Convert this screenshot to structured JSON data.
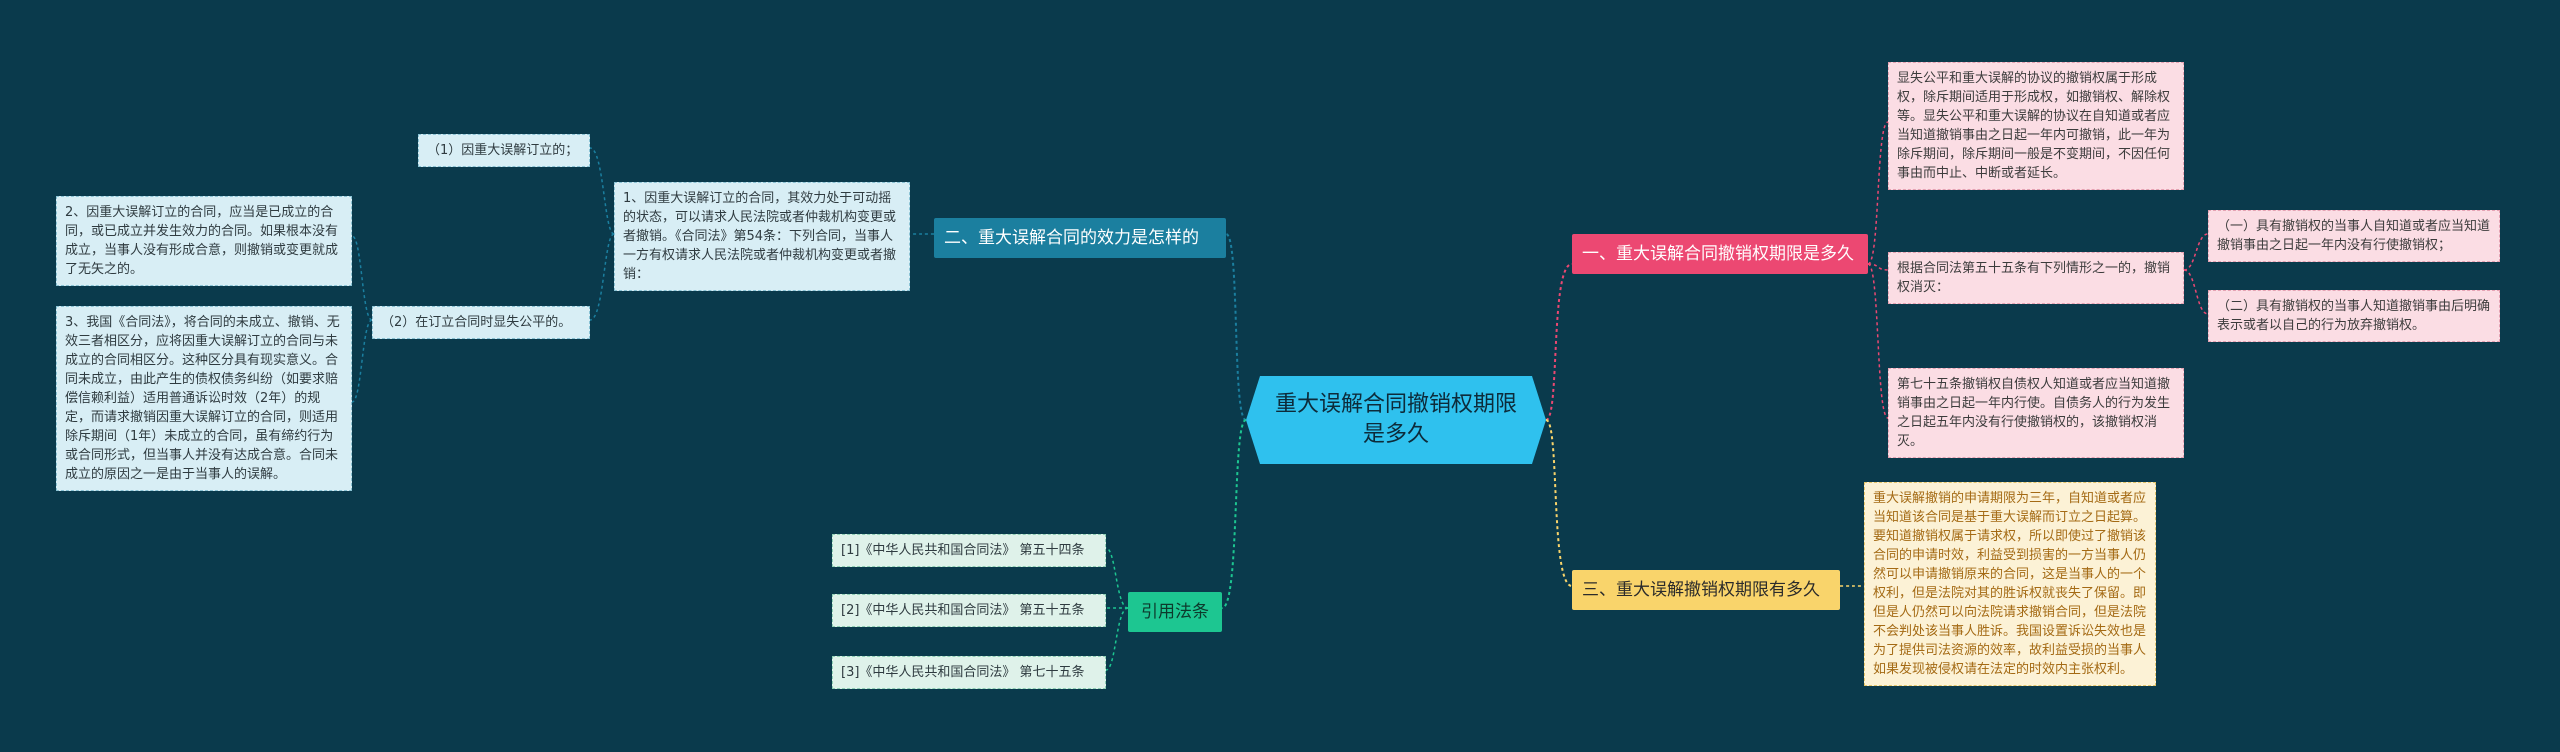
{
  "central": {
    "title": "重大误解合同撤销权期限是多久"
  },
  "topic1": {
    "title": "一、重大误解合同撤销权期限是多久",
    "leaf_a": "显失公平和重大误解的协议的撤销权属于形成权，除斥期间适用于形成权，如撤销权、解除权等。显失公平和重大误解的协议在自知道或者应当知道撤销事由之日起一年内可撤销，此一年为除斥期间，除斥期间一般是不变期间，不因任何事由而中止、中断或者延长。",
    "leaf_b": "根据合同法第五十五条有下列情形之一的，撤销权消灭：",
    "leaf_b1": "（一）具有撤销权的当事人自知道或者应当知道撤销事由之日起一年内没有行使撤销权；",
    "leaf_b2": "（二）具有撤销权的当事人知道撤销事由后明确表示或者以自己的行为放弃撤销权。",
    "leaf_c": "第七十五条撤销权自债权人知道或者应当知道撤销事由之日起一年内行使。自债务人的行为发生之日起五年内没有行使撤销权的，该撤销权消灭。"
  },
  "topic2": {
    "title": "二、重大误解合同的效力是怎样的",
    "leaf_main": "1、因重大误解订立的合同，其效力处于可动摇的状态，可以请求人民法院或者仲裁机构变更或者撤销。《合同法》第54条：下列合同，当事人一方有权请求人民法院或者仲裁机构变更或者撤销：",
    "sub1": "（1）因重大误解订立的；",
    "sub2": "（2）在订立合同时显失公平的。",
    "leaf_2": "2、因重大误解订立的合同，应当是已成立的合同，或已成立并发生效力的合同。如果根本没有成立，当事人没有形成合意，则撤销或变更就成了无矢之的。",
    "leaf_3": "3、我国《合同法》，将合同的未成立、撤销、无效三者相区分，应将因重大误解订立的合同与未成立的合同相区分。这种区分具有现实意义。合同未成立，由此产生的债权债务纠纷（如要求赔偿信赖利益）适用普通诉讼时效（2年）的规定，而请求撤销因重大误解订立的合同，则适用除斥期间（1年）未成立的合同，虽有缔约行为或合同形式，但当事人并没有达成合意。合同未成立的原因之一是由于当事人的误解。"
  },
  "topic3": {
    "title": "三、重大误解撤销权期限有多久",
    "leaf": "重大误解撤销的申请期限为三年，自知道或者应当知道该合同是基于重大误解而订立之日起算。要知道撤销权属于请求权，所以即使过了撤销该合同的申请时效，利益受到损害的一方当事人仍然可以申请撤销原来的合同，这是当事人的一个权利，但是法院对其的胜诉权就丧失了保留。即但是人仍然可以向法院请求撤销合同，但是法院不会判处该当事人胜诉。我国设置诉讼失效也是为了提供司法资源的效率，故利益受损的当事人如果发现被侵权请在法定的时效内主张权利。"
  },
  "topic4": {
    "title": "引用法条",
    "refs": [
      "[1]《中华人民共和国合同法》 第五十四条",
      "[2]《中华人民共和国合同法》 第五十五条",
      "[3]《中华人民共和国合同法》 第七十五条"
    ]
  },
  "colors": {
    "background": "#0a3a4c",
    "central": "#2fc1ee",
    "topic1": "#ec4872",
    "topic2": "#1b7f9f",
    "topic3": "#f9d46b",
    "topic4": "#1dc691"
  }
}
